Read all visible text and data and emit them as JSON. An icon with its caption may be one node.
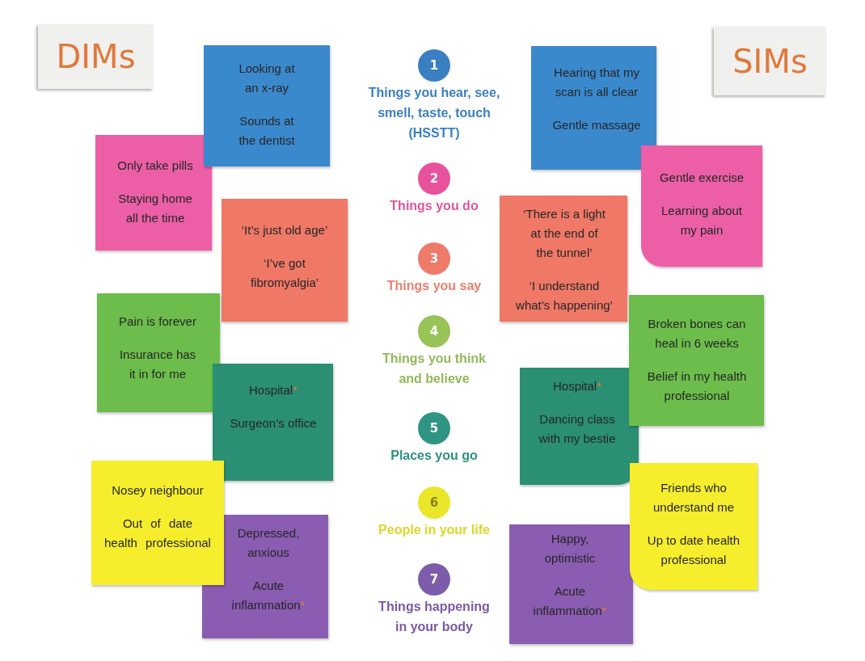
{
  "diagram": {
    "nodes": [
      {
        "text": [
          "DIMs"
        ]
      },
      {
        "text": [
          "Looking at an x-ray",
          "Sounds at the dentist"
        ]
      },
      {
        "text": [
          "1",
          "Things you hear, see, smell, taste, touch (HSSTT)"
        ]
      },
      {
        "text": [
          "Hearing that my scan is all clear",
          "Gentle massage"
        ]
      },
      {
        "text": [
          "SIMs"
        ]
      },
      {
        "text": [
          "Only take pills",
          "Staying home all the time"
        ]
      },
      {
        "text": [
          "2",
          "Things you do"
        ]
      },
      {
        "text": [
          "Gentle exercise",
          "Learning about my pain"
        ]
      },
      {
        "text": [
          "‘It’s just old age’",
          "‘I’ve got fibromyalgia’"
        ]
      },
      {
        "text": [
          "3",
          "Things you say"
        ]
      },
      {
        "text": [
          "‘There is a light at the end of the tunnel’",
          "‘I understand what’s happening’"
        ]
      },
      {
        "text": [
          "Pain is forever",
          "Insurance has it in for me"
        ]
      },
      {
        "text": [
          "4",
          "Things you think and believe"
        ]
      },
      {
        "text": [
          "Broken bones can heal in 6 weeks",
          "Belief in my health professional"
        ]
      },
      {
        "text": [
          "Hospital*",
          "Surgeon’s office"
        ]
      },
      {
        "text": [
          "5",
          "Places you go"
        ]
      },
      {
        "text": [
          "Hospital*",
          "Dancing class with my bestie"
        ]
      },
      {
        "text": [
          "Nosey neighbour",
          "Out of date health professional"
        ]
      },
      {
        "text": [
          "6",
          "People in your life"
        ]
      },
      {
        "text": [
          "Friends who understand me",
          "Up to date health professional"
        ]
      },
      {
        "text": [
          "Depressed, anxious",
          "Acute inflammation*"
        ]
      },
      {
        "text": [
          "7",
          "Things happening in your body"
        ]
      },
      {
        "text": [
          "Happy, optimistic",
          "Acute inflammation*"
        ]
      }
    ],
    "edges": []
  }
}
